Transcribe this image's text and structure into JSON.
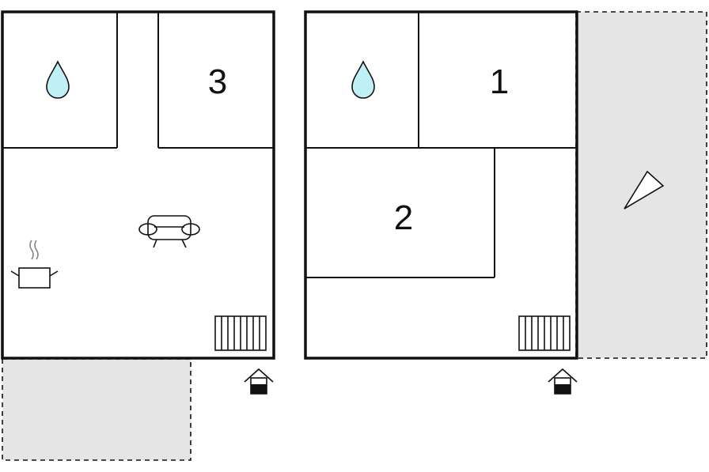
{
  "colors": {
    "wall": "#111111",
    "outdoor_fill": "#e5e5e5",
    "water_drop": "#bff0f6",
    "background": "#ffffff"
  },
  "left_unit": {
    "rooms": [
      {
        "number": "3",
        "type": "bedroom"
      },
      {
        "icon": "water-drop-icon",
        "type": "bathroom"
      },
      {
        "icons": [
          "sofa-icon",
          "cooking-pot-icon",
          "radiator-icon"
        ],
        "type": "living-kitchen"
      }
    ],
    "entrance_icon": "entrance-house-icon",
    "outdoor_area": "terrace"
  },
  "right_unit": {
    "rooms": [
      {
        "number": "1",
        "type": "bedroom"
      },
      {
        "number": "2",
        "type": "bedroom"
      },
      {
        "icon": "water-drop-icon",
        "type": "bathroom"
      },
      {
        "icons": [
          "radiator-icon"
        ],
        "type": "hall"
      }
    ],
    "entrance_icon": "entrance-house-icon",
    "outdoor_area": "terrace",
    "outdoor_icon": "triangle-marker-icon"
  }
}
